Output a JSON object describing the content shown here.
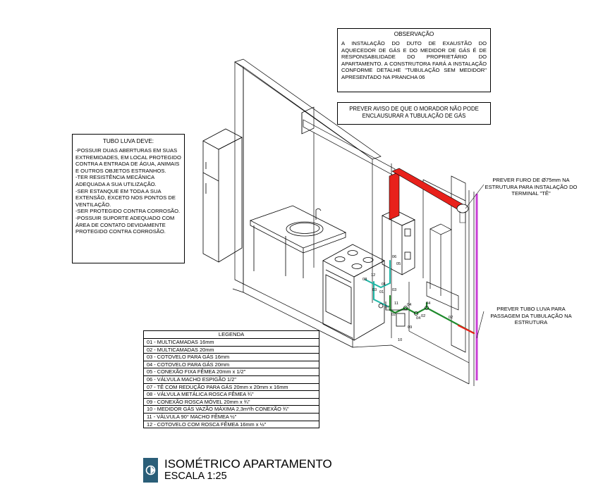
{
  "observacao": {
    "title": "OBSERVAÇÃO",
    "text": "A INSTALAÇÃO DO DUTO DE EXAUSTÃO DO AQUECEDOR DE GÁS E DO MEDIDOR DE GÁS É DE RESPONSABILIDADE DO PROPRIETÁRIO DO APARTAMENTO. A CONSTRUTORA FARÁ A INSTALAÇÃO CONFORME DETALHE \"TUBULAÇÃO SEM MEDIDOR\" APRESENTADO NA PRANCHA 06"
  },
  "aviso": {
    "text": "PREVER AVISO DE QUE O MORADOR NÃO PODE ENCLAUSURAR A TUBULAÇÃO DE GÁS"
  },
  "tubo_luva": {
    "title": "TUBO LUVA DEVE:",
    "items": [
      "-POSSUIR DUAS ABERTURAS EM SUAS EXTREMIDADES, EM LOCAL PROTEGIDO CONTRA A ENTRADA DE ÁGUA, ANIMAIS E OUTROS OBJETOS ESTRANHOS.",
      "-TER RESISTÊNCIA MECÂNICA ADEQUADA A SUA UTILIZAÇÃO.",
      "-SER ESTANQUE EM TODA A SUA EXTENSÃO, EXCETO NOS PONTOS DE VENTILAÇÃO.",
      "-SER PROTEGIDO CONTRA CORROSÃO.",
      "-POSSUIR SUPORTE ADEQUADO COM ÁREA DE CONTATO DEVIDAMENTE PROTEGIDO CONTRA CORROSÃO."
    ]
  },
  "callouts": {
    "furo": "PREVER FURO DE Ø75mm NA ESTRUTURA PARA INSTALAÇÃO DO TERMINAL \"TÊ\"",
    "tubo_luva": "PREVER TUBO LUVA PARA PASSAGEM DA TUBULAÇÃO NA ESTRUTURA"
  },
  "legenda": {
    "title": "LEGENDA",
    "items": [
      "01 - MULTICAMADAS 16mm",
      "02 - MULTICAMADAS 20mm",
      "03 - COTOVELO PARA GÁS 16mm",
      "04 - COTOVELO PARA GÁS 20mm",
      "05 - CONEXÃO FIXA FÊMEA 20mm x 1/2\"",
      "06 - VÁLVULA MACHO ESPIGÃO 1/2\"",
      "07 - TÊ COM REDUÇÃO PARA GÁS 20mm x 20mm x 16mm",
      "08 - VÁLVULA METÁLICA ROSCA FÊMEA ¾\"",
      "09 - CONEXÃO ROSCA MÓVEL 20mm x ¾\"",
      "10 - MEDIDOR GÁS VAZÃO MÁXIMA 2,3m³/h CONEXÃO ¾\"",
      "11 - VÁLVULA 90° MACHO FÊMEA ½\"",
      "12 - COTOVELO COM ROSCA FÊMEA 16mm x ½\""
    ]
  },
  "title_block": {
    "title": "ISOMÉTRICO APARTAMENTO",
    "scale": "ESCALA 1:25"
  },
  "pipe_labels": [
    "01",
    "02",
    "03",
    "04",
    "05",
    "06",
    "07",
    "08",
    "09",
    "10",
    "11",
    "12"
  ],
  "colors": {
    "exhaust_duct": "#e8211b",
    "pipe_16mm": "#1fb6a6",
    "pipe_20mm": "#1f8a2c",
    "sleeve": "#c93fd6",
    "logo": "#2a5e78"
  }
}
